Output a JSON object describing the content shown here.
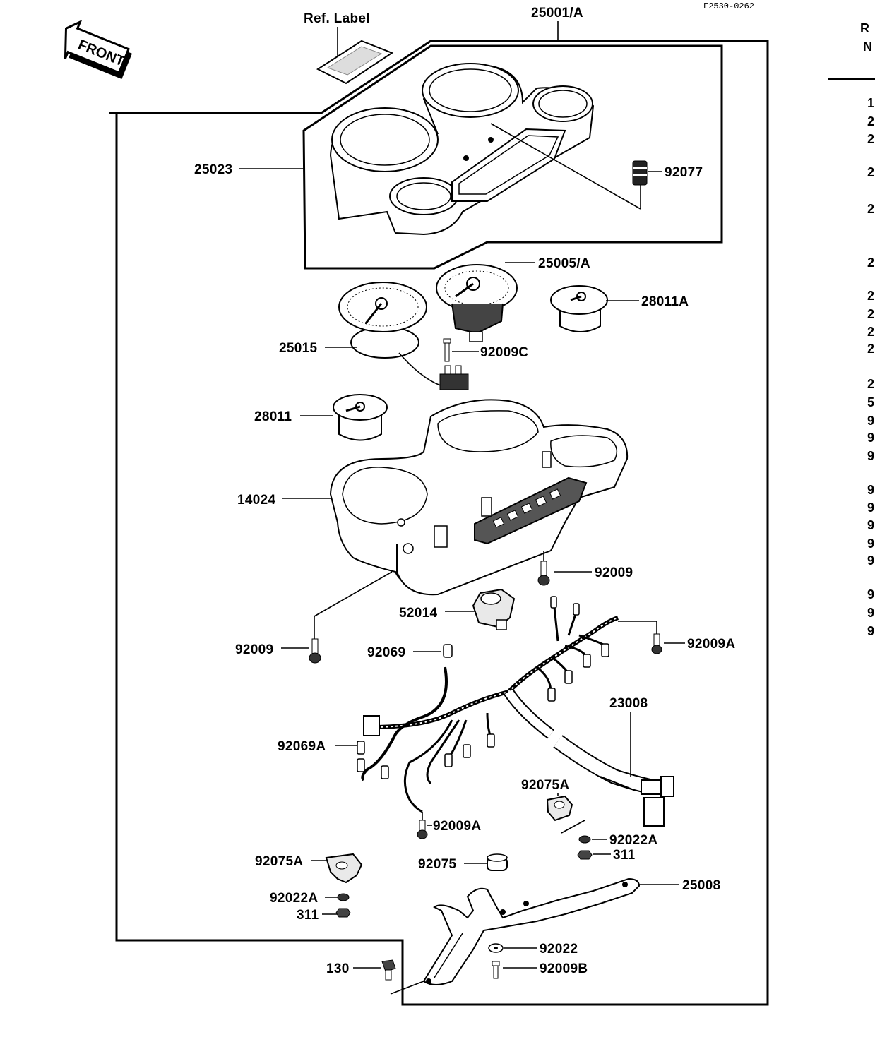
{
  "figure_code": "F2530-0262",
  "front_label": "FRONT",
  "callouts": {
    "ref_label": "Ref. Label",
    "meter_assy": "25001/A",
    "meter_cover": "25023",
    "grommet": "92077",
    "speedometer": "25005/A",
    "tachometer": "25015",
    "gauge_right": "28011A",
    "screw_c": "92009C",
    "gauge_left": "28011",
    "meter_case": "14024",
    "screw_case_right": "92009",
    "switch": "52014",
    "screw_case_left": "92009",
    "bulb_socket": "92069",
    "screw_a_upper": "92009A",
    "harness": "23008",
    "bulb_socket_a": "92069A",
    "damper_right": "92075A",
    "screw_a_lower": "92009A",
    "washer_right": "92022A",
    "nut_right": "311",
    "damper_left": "92075A",
    "damper_center": "92075",
    "washer_left": "92022A",
    "nut_left": "311",
    "bracket": "25008",
    "washer_bracket": "92022",
    "bolt": "130",
    "screw_b": "92009B"
  },
  "side_table": {
    "header_top": "R",
    "header_bottom": "N",
    "rows": [
      "1",
      "2",
      "2",
      "2",
      "2",
      "2",
      "2",
      "2",
      "2",
      "2",
      "2",
      "5",
      "9",
      "9",
      "9",
      "9",
      "9",
      "9",
      "9",
      "9",
      "9",
      "9",
      "9"
    ]
  }
}
